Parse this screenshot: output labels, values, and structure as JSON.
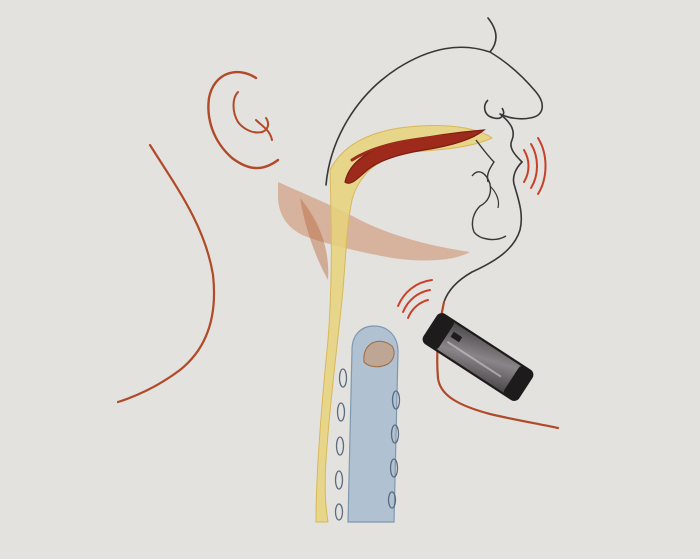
{
  "figure": {
    "subject": "electrolarynx",
    "parts": [
      "head-outline",
      "ear",
      "neck-back",
      "tongue",
      "airway",
      "trachea",
      "stoma",
      "electrolarynx-device",
      "sound-waves-neck",
      "sound-waves-mouth"
    ]
  },
  "colors": {
    "paper": "#e4e3df",
    "outline": "#b04a28",
    "ink": "#3a3538",
    "tongue": "#9e2a1c",
    "airway": "#e8d27a",
    "trachea": "#9fb7cc",
    "stoma": "#c89060",
    "device": "#5a5558",
    "waves": "#c8402a"
  }
}
